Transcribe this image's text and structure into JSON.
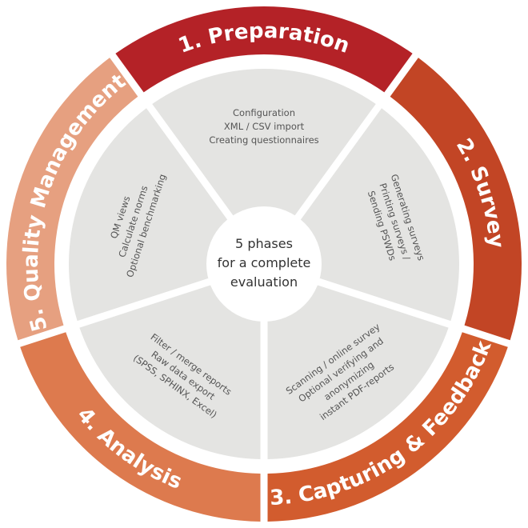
{
  "center": {
    "lines": [
      "5 phases",
      "for a complete",
      "evaluation"
    ]
  },
  "colors": {
    "inner_segment": "#e4e4e2",
    "center_circle": "#ffffff",
    "inner_text": "#555555",
    "center_text": "#333333"
  },
  "phases": [
    {
      "label": "1. Preparation",
      "color": "#b42227",
      "items": [
        "Configuration",
        "XML / CSV import",
        "Creating questionnaires"
      ]
    },
    {
      "label": "2. Survey",
      "color": "#c24525",
      "items": [
        "Generating surveys",
        "Printing surveys /",
        "Sending PSWDs"
      ]
    },
    {
      "label": "3. Capturing & Feedback",
      "color": "#d25c2e",
      "items": [
        "Scanning / online survey",
        "Optional verifying and",
        "anonymizing",
        "instant PDF-reports"
      ]
    },
    {
      "label": "4. Analysis",
      "color": "#dd7a4e",
      "items": [
        "Filter / merge reports",
        "Raw data export",
        "(SPSS, SPHINX, Excel)"
      ]
    },
    {
      "label": "5. Quality Management",
      "color": "#e6a080",
      "items": [
        "QM views",
        "Calculate norms",
        "Optional benchmarking"
      ]
    }
  ]
}
